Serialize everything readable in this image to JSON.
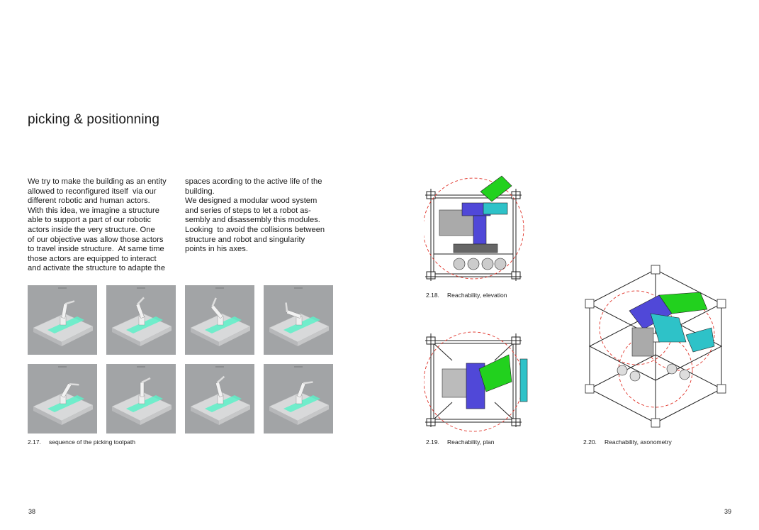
{
  "title": "picking & positionning",
  "body": {
    "column_1": "We try to make the building as an entity\nallowed to reconfigured itself  via our\ndifferent robotic and human actors.\nWith this idea, we imagine a structure\nable to support a part of our robotic\nactors inside the very structure. One\nof our objective was allow those actors\nto travel inside structure.  At same time\nthose actors are equipped to interact\nand activate the structure to adapte the",
    "column_2": "spaces acording to the active life of the\nbuilding.\nWe designed a modular wood system\nand series of steps to let a robot as-\nsembly and disassembly this modules.\nLooking  to avoid the collisions between\nstructure and robot and singularity\npoints in his axes."
  },
  "figures": {
    "sequence": {
      "number": "2.17.",
      "caption": "sequence of the picking toolpath",
      "frames": 8
    },
    "elevation": {
      "number": "2.18.",
      "caption": "Reachability, elevation"
    },
    "plan": {
      "number": "2.19.",
      "caption": "Reachability, plan"
    },
    "axonometry": {
      "number": "2.20.",
      "caption": "Reachability, axonometry"
    }
  },
  "colors": {
    "thumb_bg": "#a2a4a6",
    "glow": "#5ef0c8",
    "green": "#22d11e",
    "purple": "#5048d8",
    "teal": "#2ec2c8",
    "reach": "#e0352b"
  },
  "page_numbers": {
    "left": "38",
    "right": "39"
  }
}
